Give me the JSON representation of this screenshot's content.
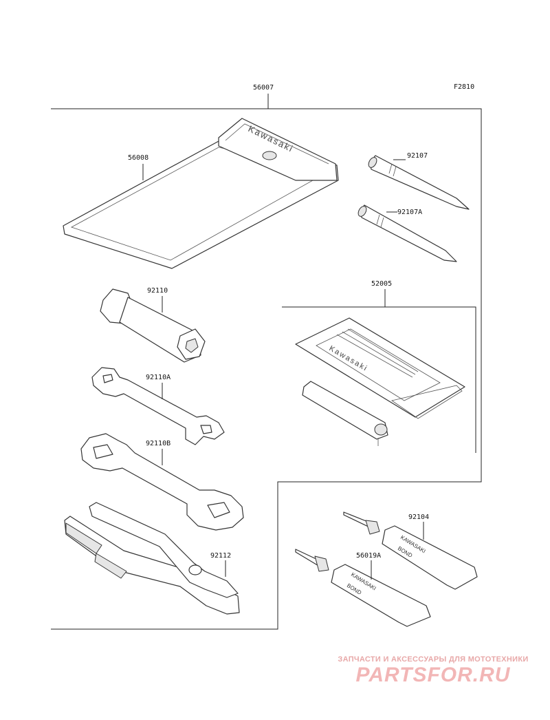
{
  "figure_code": "F2810",
  "parts": {
    "kit": "56007",
    "pouch": "56008",
    "screwdriver_1": "92107",
    "screwdriver_2": "92107A",
    "spark_plug_wrench": "92110",
    "box_kit": "52005",
    "wrench_small": "92110A",
    "wrench_large": "92110B",
    "pliers": "92112",
    "bond_1": "92104",
    "bond_2": "56019A"
  },
  "printed_text": {
    "pouch_brand": "Kawasaki",
    "box_brand": "Kawasaki",
    "tube_brand_1": "KAWASAKI",
    "tube_bond_1": "BOND",
    "tube_brand_2": "KAWASAKI",
    "tube_bond_2": "BOND"
  },
  "watermark": {
    "subtitle": "ЗАПЧАСТИ И АКСЕССУАРЫ ДЛЯ МОТОТЕХНИКИ",
    "logo": "PARTSFOR.RU"
  },
  "colors": {
    "line": "#222222",
    "watermark": "#f2b6b6"
  }
}
